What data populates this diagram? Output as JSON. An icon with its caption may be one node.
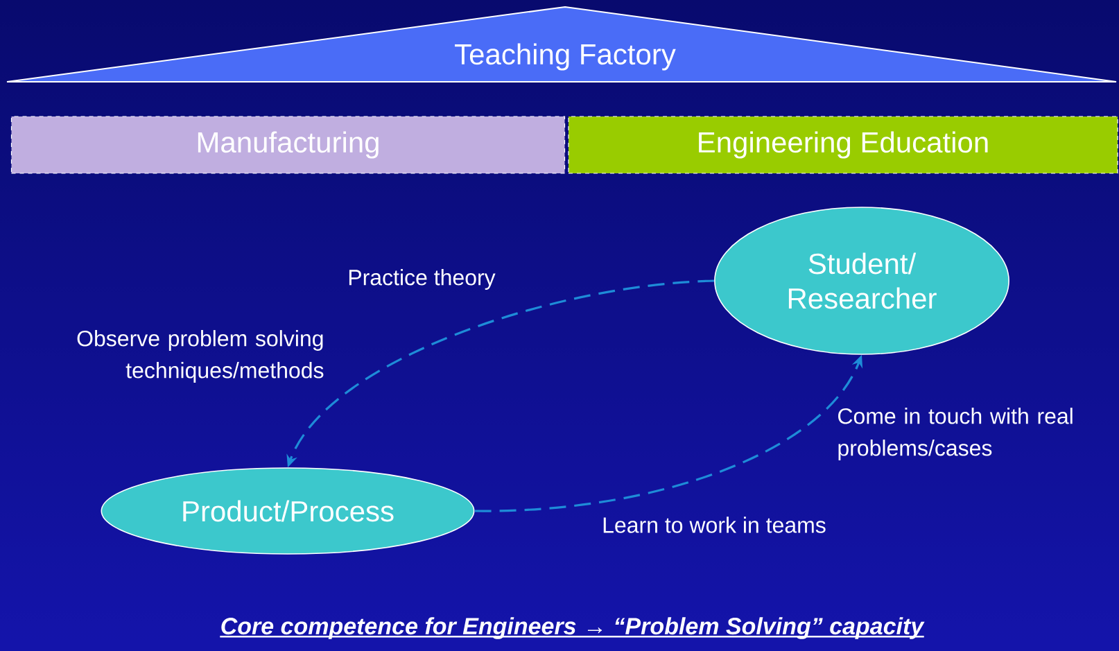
{
  "diagram": {
    "nodes": [
      {
        "text": [
          "Teaching Factory"
        ]
      },
      {
        "text": [
          "Manufacturing"
        ]
      },
      {
        "text": [
          "Engineering Education"
        ]
      },
      {
        "text": [
          "Student/ Researcher"
        ]
      },
      {
        "text": [
          "Product/Process"
        ]
      }
    ],
    "edges": [
      {
        "from": 3,
        "to": 4,
        "arrow": "to",
        "style": "dashed"
      },
      {
        "from": 4,
        "to": 3,
        "arrow": "to",
        "style": "dashed"
      }
    ],
    "labels": [
      "Practice theory",
      "Observe problem solving techniques/methods",
      "Come in touch with real problems/cases",
      "Learn to work in teams"
    ],
    "caption": "Core competence for Engineers → “Problem Solving” capacity"
  }
}
